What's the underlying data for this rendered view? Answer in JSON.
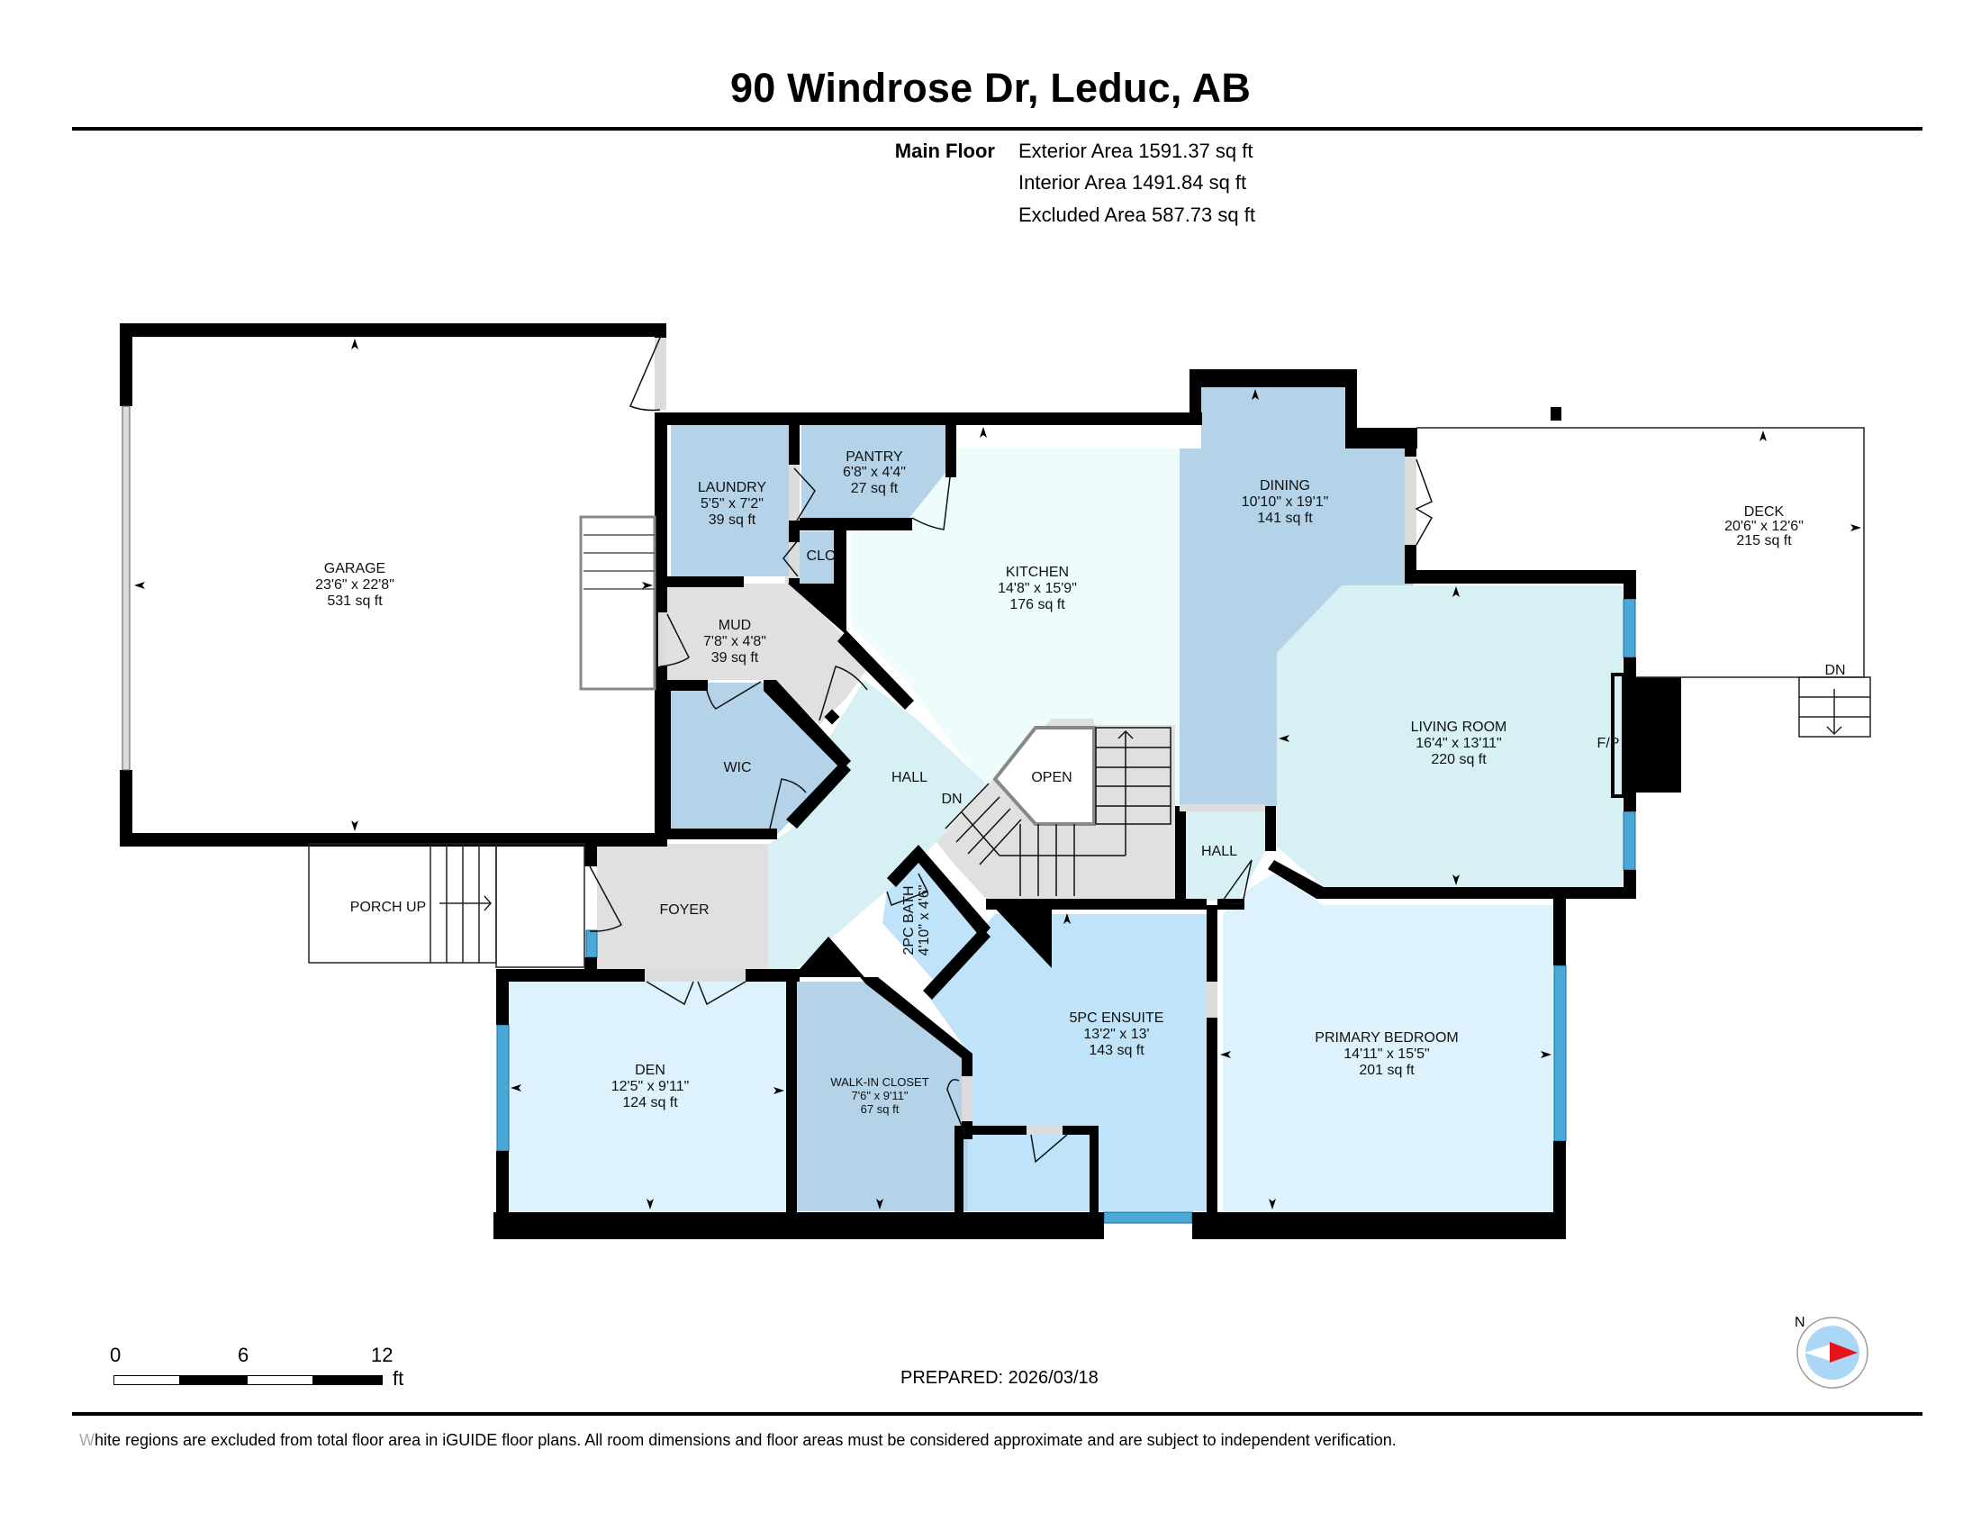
{
  "header": {
    "title": "90 Windrose Dr, Leduc, AB"
  },
  "areas": {
    "floor_name": "Main Floor",
    "exterior": "Exterior Area 1591.37 sq ft",
    "interior": "Interior Area 1491.84 sq ft",
    "excluded": "Excluded Area 587.73 sq ft"
  },
  "rooms": {
    "garage": {
      "name": "GARAGE",
      "dims": "23'6\" x 22'8\"",
      "area": "531 sq ft"
    },
    "laundry": {
      "name": "LAUNDRY",
      "dims": "5'5\" x 7'2\"",
      "area": "39 sq ft"
    },
    "pantry": {
      "name": "PANTRY",
      "dims": "6'8\" x 4'4\"",
      "area": "27 sq ft"
    },
    "clo": {
      "name": "CLO"
    },
    "kitchen": {
      "name": "KITCHEN",
      "dims": "14'8\" x 15'9\"",
      "area": "176 sq ft"
    },
    "dining": {
      "name": "DINING",
      "dims": "10'10\" x 19'1\"",
      "area": "141 sq ft"
    },
    "deck": {
      "name": "DECK",
      "dims": "20'6\" x 12'6\"",
      "area": "215 sq ft",
      "stairs": "DN"
    },
    "mud": {
      "name": "MUD",
      "dims": "7'8\" x 4'8\"",
      "area": "39 sq ft"
    },
    "wic": {
      "name": "WIC"
    },
    "hall_main": {
      "name": "HALL",
      "stairs": "DN"
    },
    "open": {
      "name": "OPEN"
    },
    "living_room": {
      "name": "LIVING ROOM",
      "dims": "16'4\" x 13'11\"",
      "area": "220 sq ft",
      "fireplace": "F/P"
    },
    "hall_small": {
      "name": "HALL"
    },
    "porch": {
      "name": "PORCH UP"
    },
    "foyer": {
      "name": "FOYER"
    },
    "bath_2pc": {
      "name": "2PC BATH",
      "dims": "4'10\" x 4'6\""
    },
    "den": {
      "name": "DEN",
      "dims": "12'5\" x 9'11\"",
      "area": "124 sq ft"
    },
    "walk_in_closet": {
      "name": "WALK-IN CLOSET",
      "dims": "7'6\" x 9'11\"",
      "area": "67 sq ft"
    },
    "ensuite": {
      "name": "5PC ENSUITE",
      "dims": "13'2\" x 13'",
      "area": "143 sq ft"
    },
    "primary_bedroom": {
      "name": "PRIMARY BEDROOM",
      "dims": "14'11\" x 15'5\"",
      "area": "201 sq ft"
    }
  },
  "scale_bar": {
    "ticks": [
      "0",
      "6",
      "12"
    ],
    "unit": "ft"
  },
  "compass": {
    "label": "N",
    "icon": "compass-north-arrow-icon"
  },
  "footer": {
    "prepared": "PREPARED: 2026/03/18",
    "disclaimer_first": "W",
    "disclaimer_rest": "hite regions are excluded from total floor area in iGUIDE floor plans. All room dimensions and floor areas must be considered approximate and are subject to independent verification."
  },
  "colors": {
    "wall": "#000000",
    "blue_room": "#b4d3e8",
    "kitchen": "#eefcfc",
    "hall": "#d6f0f3",
    "light_room": "#ddf2fc",
    "bath": "#bfe3f8",
    "grey_room": "#e0e0e0",
    "window": "#4aa8d8",
    "compass_red": "#e8141c",
    "compass_blue": "#a9d7f5"
  }
}
